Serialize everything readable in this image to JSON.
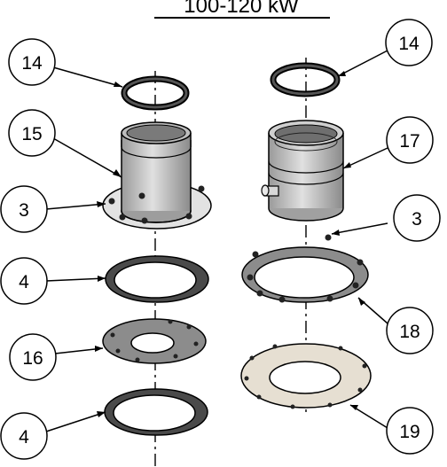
{
  "title": "100-120 kW",
  "callouts": {
    "left_14": "14",
    "left_15": "15",
    "left_3": "3",
    "left_4_top": "4",
    "left_16": "16",
    "left_4_bottom": "4",
    "right_14": "14",
    "right_17": "17",
    "right_3": "3",
    "right_18": "18",
    "right_19": "19"
  },
  "colors": {
    "gasket_dark": "#4a4a4a",
    "plate_gray": "#8c8c8c",
    "pipe_light": "#c8c8c8",
    "gasket_cream": "#e6dfd2",
    "flange_light": "#e2e2e2"
  }
}
